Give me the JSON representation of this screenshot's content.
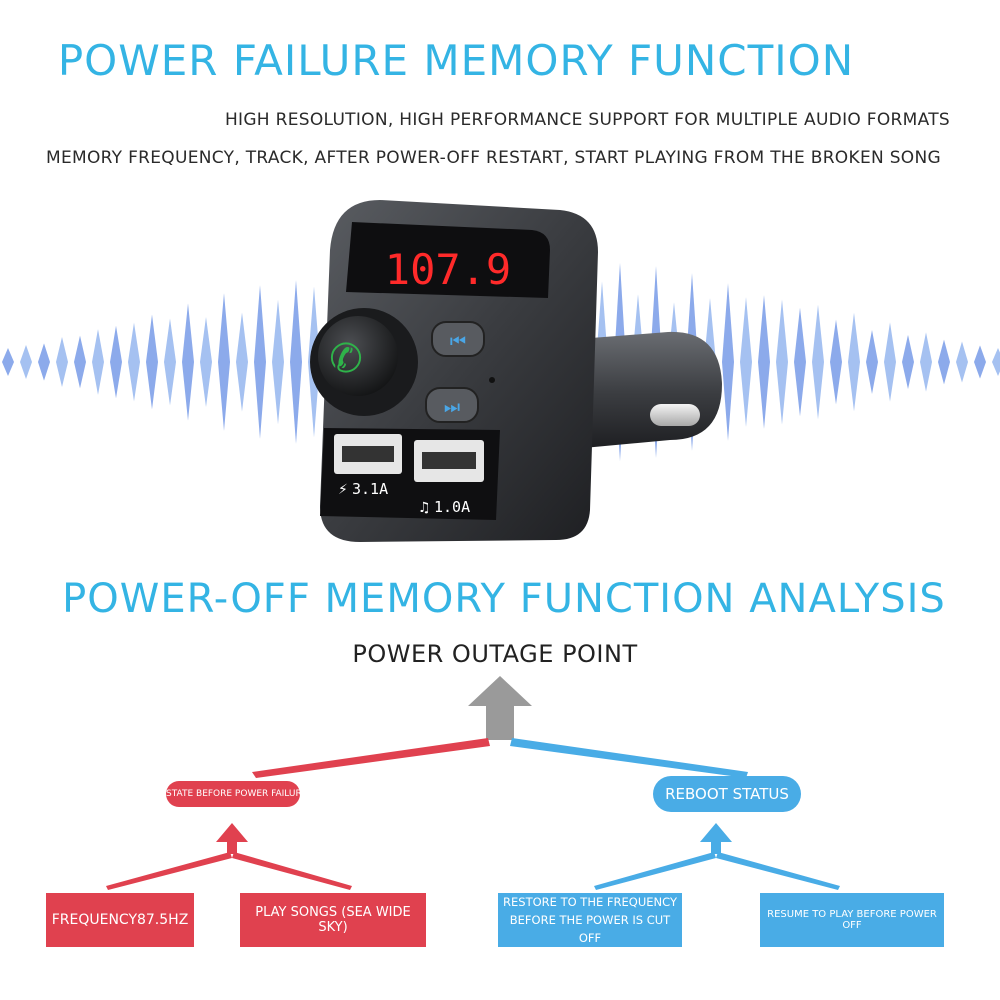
{
  "headings": {
    "top": "POWER FAILURE MEMORY FUNCTION",
    "bottom": "POWER-OFF MEMORY FUNCTION ANALYSIS"
  },
  "sublines": [
    "HIGH RESOLUTION, HIGH PERFORMANCE SUPPORT FOR MULTIPLE AUDIO FORMATS",
    "MEMORY FREQUENCY, TRACK, AFTER POWER-OFF RESTART, START PLAYING FROM THE BROKEN SONG"
  ],
  "device": {
    "display": "107.9",
    "port1_label": "3.1A",
    "port2_label": "1.0A"
  },
  "diagram": {
    "top_label": "POWER OUTAGE POINT",
    "left_pill": "STATE BEFORE POWER FAILURE",
    "right_pill": "REBOOT STATUS",
    "boxes": {
      "b1": "FREQUENCY87.5HZ",
      "b2": "PLAY SONGS (SEA WIDE SKY)",
      "b3_line1": "RESTORE TO THE FREQUENCY",
      "b3_line2": "BEFORE THE POWER IS CUT OFF",
      "b4": "RESUME TO PLAY BEFORE POWER OFF"
    }
  },
  "colors": {
    "heading": "#34b4e4",
    "red": "#e0414f",
    "blue": "#49ace6",
    "arrow_gray": "#9a9a9a",
    "lcd_red": "#ff2a2a"
  }
}
